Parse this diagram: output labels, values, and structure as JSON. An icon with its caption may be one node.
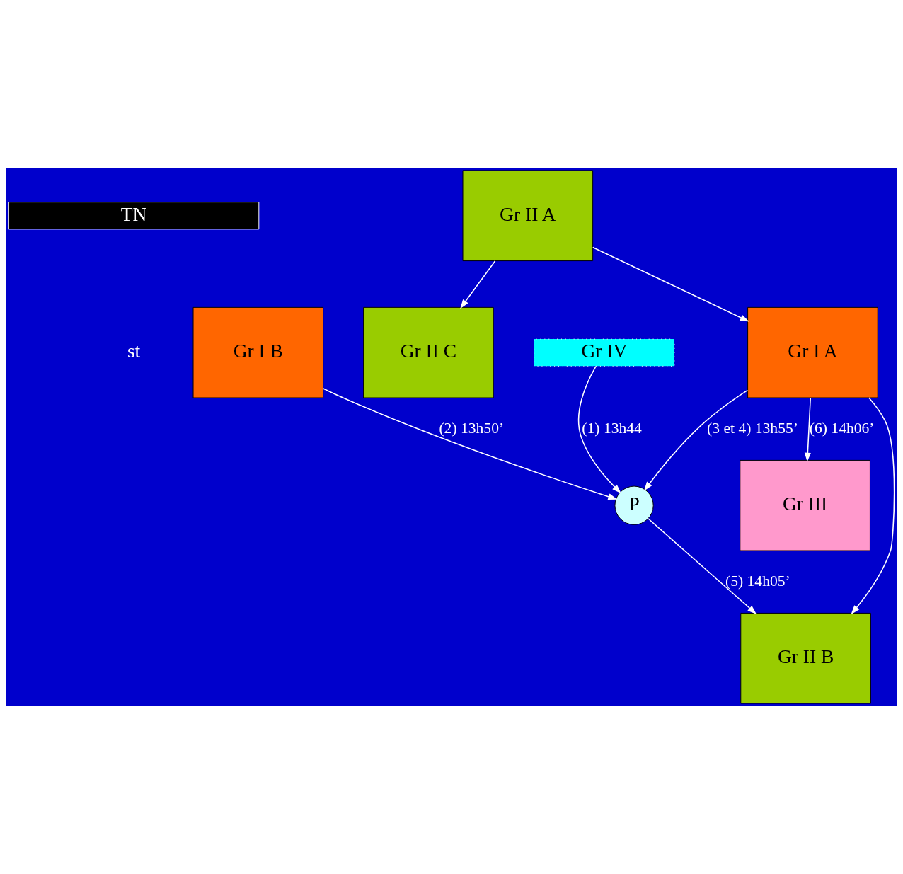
{
  "diagram": {
    "nodes": [
      {
        "text": [
          "TN"
        ]
      },
      {
        "text": [
          "Gr I B"
        ]
      },
      {
        "text": [
          "Gr II C"
        ]
      },
      {
        "text": [
          "Gr II A"
        ]
      },
      {
        "text": [
          "Gr II B"
        ]
      },
      {
        "text": [
          "Gr III"
        ]
      },
      {
        "text": [
          "P"
        ]
      },
      {
        "text": [
          "Gr I A"
        ]
      },
      {
        "text": [
          "Gr IV"
        ]
      }
    ],
    "edges": [
      {
        "from": 3,
        "to": 2,
        "arrow": "to"
      },
      {
        "from": 1,
        "to": 6,
        "arrow": "to",
        "label": "(2) 13h50’"
      },
      {
        "from": 3,
        "to": 7,
        "arrow": "to"
      },
      {
        "from": 7,
        "to": 4,
        "arrow": "to"
      },
      {
        "from": 6,
        "to": 4,
        "arrow": "to",
        "label": "(5) 14h05’"
      },
      {
        "from": 7,
        "to": 5,
        "arrow": "to",
        "label": "(6) 14h06’"
      },
      {
        "from": 7,
        "to": 6,
        "arrow": "to",
        "label": "(3 et 4) 13h55’"
      },
      {
        "from": 8,
        "to": 6,
        "arrow": "to",
        "label": "(1) 13h44"
      }
    ],
    "labels": [
      "st"
    ]
  }
}
